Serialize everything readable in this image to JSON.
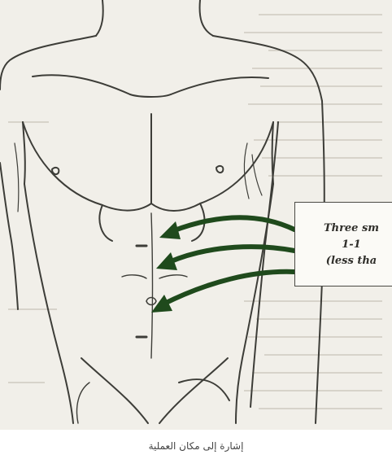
{
  "callout": {
    "line1": "Three sm",
    "line2": "1-1",
    "line3": "(less tha"
  },
  "caption": "إشارة إلى مكان العملية",
  "colors": {
    "paper": "#f1efe9",
    "ink": "#3d3d38",
    "arrow": "#1f4a1c",
    "callout_border": "#4a4a44"
  }
}
